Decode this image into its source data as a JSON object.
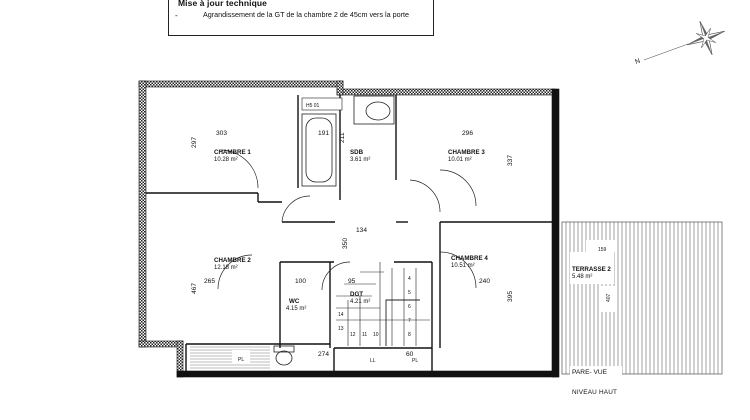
{
  "update": {
    "title": "Mise à jour technique",
    "dash": "-",
    "text": "Agrandissement de la GT de la chambre 2 de 45cm vers la porte"
  },
  "rooms": {
    "chambre1": {
      "name": "CHAMBRE 1",
      "area": "10.28 m²"
    },
    "sdb": {
      "name": "SDB",
      "area": "3.61 m²"
    },
    "chambre3": {
      "name": "CHAMBRE 3",
      "area": "10.01 m²"
    },
    "chambre2": {
      "name": "CHAMBRE 2",
      "area": "12.18 m²"
    },
    "wc": {
      "name": "WC",
      "area": "4.15 m²"
    },
    "dgt": {
      "name": "DGT",
      "area": "4.21 m²"
    },
    "chambre4": {
      "name": "CHAMBRE 4",
      "area": "10.51 m²"
    },
    "terrasse2": {
      "name": "TERRASSE 2",
      "area": "5.48 m²"
    }
  },
  "dimensions": {
    "d303": "303",
    "d191": "191",
    "d211": "211",
    "d296": "296",
    "d297": "297",
    "d337": "337",
    "d134": "134",
    "d350": "350",
    "d100": "100",
    "d95": "95",
    "d240": "240",
    "d265": "265",
    "d467": "467",
    "d395": "395",
    "d274": "274",
    "d60": "60",
    "d159": "159",
    "d407": "407"
  },
  "labels": {
    "h501": "H5 01",
    "pl_left": "PL",
    "ll": "LL",
    "pl_right": "PL",
    "stair_up": "14",
    "stair_n1": "13",
    "stair_n2": "12",
    "stair_n3": "11",
    "stair_n4": "10",
    "stair_n5": "8",
    "stair_n6": "7",
    "stair_n7": "6",
    "stair_n8": "5",
    "stair_n9": "4",
    "pare_vue": "PARE- VUE",
    "north": "N",
    "niveau": "NIVEAU HAUT"
  }
}
